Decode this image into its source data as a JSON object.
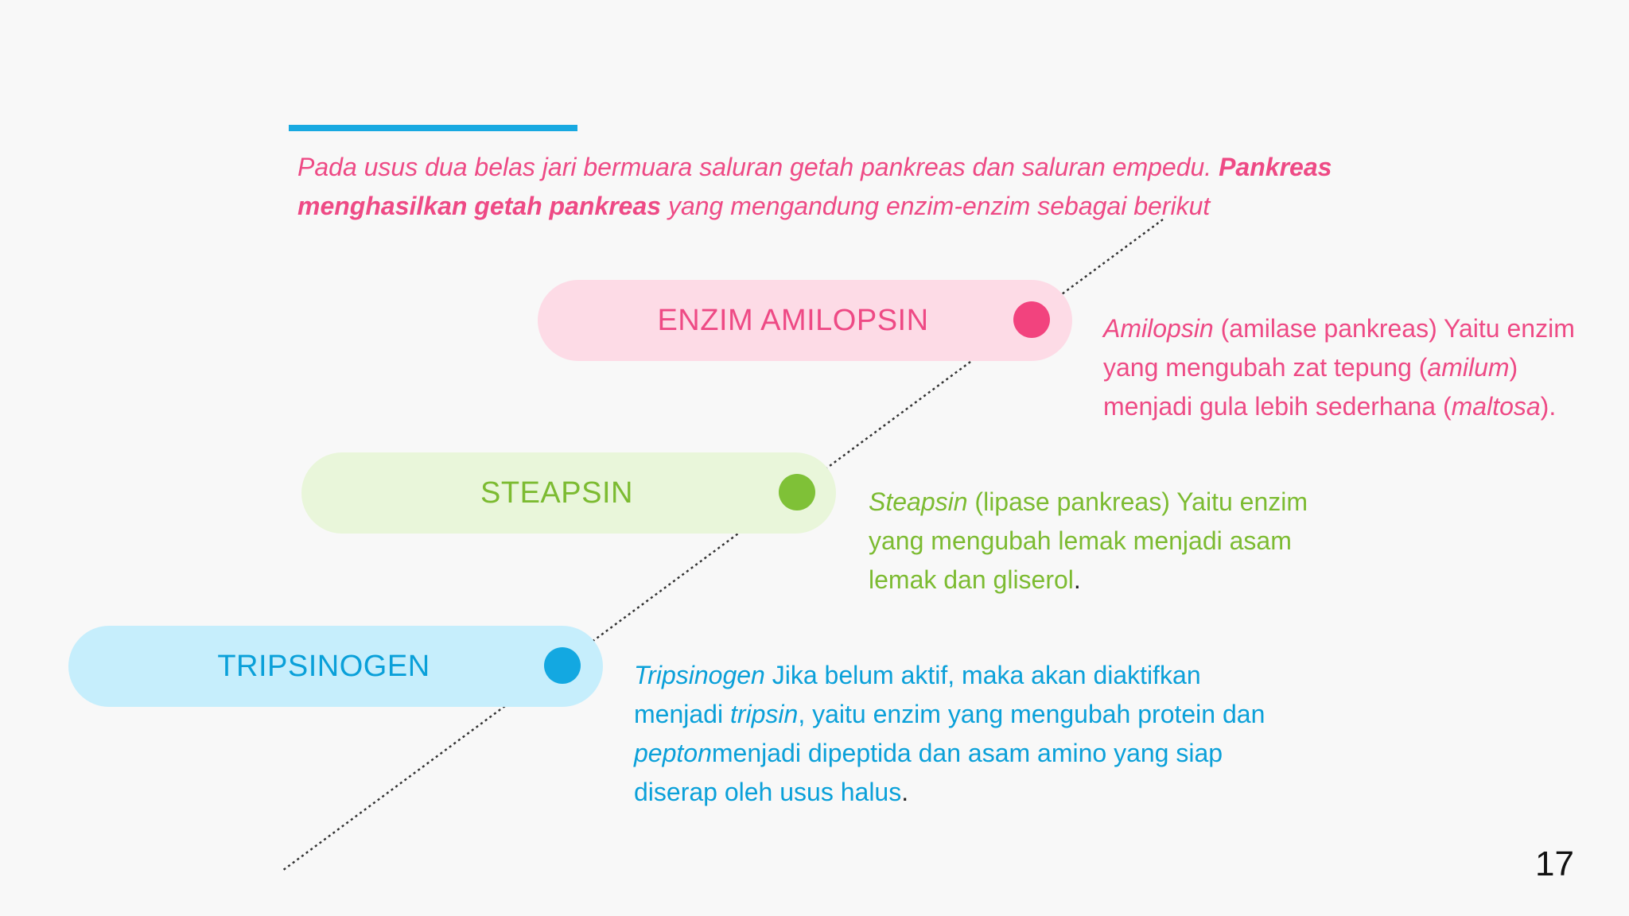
{
  "intro": {
    "part1": "Pada usus dua belas jari bermuara saluran getah pankreas dan saluran empedu. ",
    "bold": "Pankreas menghasilkan getah pankreas",
    "part2": " yang mengandung enzim-enzim sebagai berikut"
  },
  "enzymes": [
    {
      "label": "ENZIM AMILOPSIN",
      "desc": {
        "i1": "Amilopsin",
        "t1": " (amilase pankreas) Yaitu enzim yang mengubah zat tepung (",
        "i2": "amilum",
        "t2": ") menjadi gula lebih sederhana (",
        "i3": "maltosa",
        "t3": ")."
      }
    },
    {
      "label": "STEAPSIN",
      "desc": {
        "i1": "Steapsin",
        "t1": " (lipase pankreas) Yaitu enzim yang mengubah lemak menjadi asam lemak dan gliserol",
        "end": "."
      }
    },
    {
      "label": "TRIPSINOGEN",
      "desc": {
        "i1": "Tripsinogen",
        "t1": " Jika belum aktif, maka akan diaktifkan menjadi ",
        "i2": "tripsin",
        "t2": ", yaitu enzim yang mengubah protein dan ",
        "i3": "pepton",
        "t3": "menjadi dipeptida dan asam amino yang siap diserap oleh usus halus",
        "end": "."
      }
    }
  ],
  "page_number": "17",
  "colors": {
    "pink": "#ee4a85",
    "green": "#7cbb31",
    "blue": "#0aa0d9",
    "accent": "#18a9e1"
  }
}
